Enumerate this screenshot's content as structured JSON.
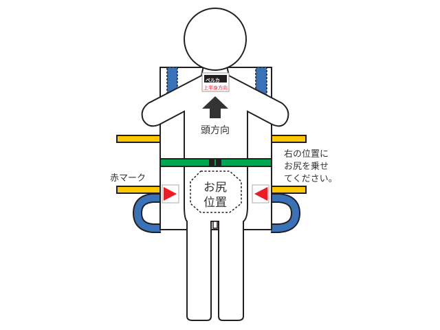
{
  "labels": {
    "head_direction": "頭方向",
    "hip_position_line1": "お尻",
    "hip_position_line2": "位置",
    "red_mark": "赤マーク",
    "instruction_line1": "右の位置に",
    "instruction_line2": "お尻を乗せ",
    "instruction_line3": "てください。",
    "tag_brand": "ベルカ",
    "tag_direction": "上半身方向"
  },
  "colors": {
    "strap_yellow": "#ffc800",
    "handle_blue": "#3a72b8",
    "belt_green": "#00a650",
    "marker_red": "#ed1c24",
    "arrow_dark": "#333333",
    "outline": "#231f20"
  }
}
